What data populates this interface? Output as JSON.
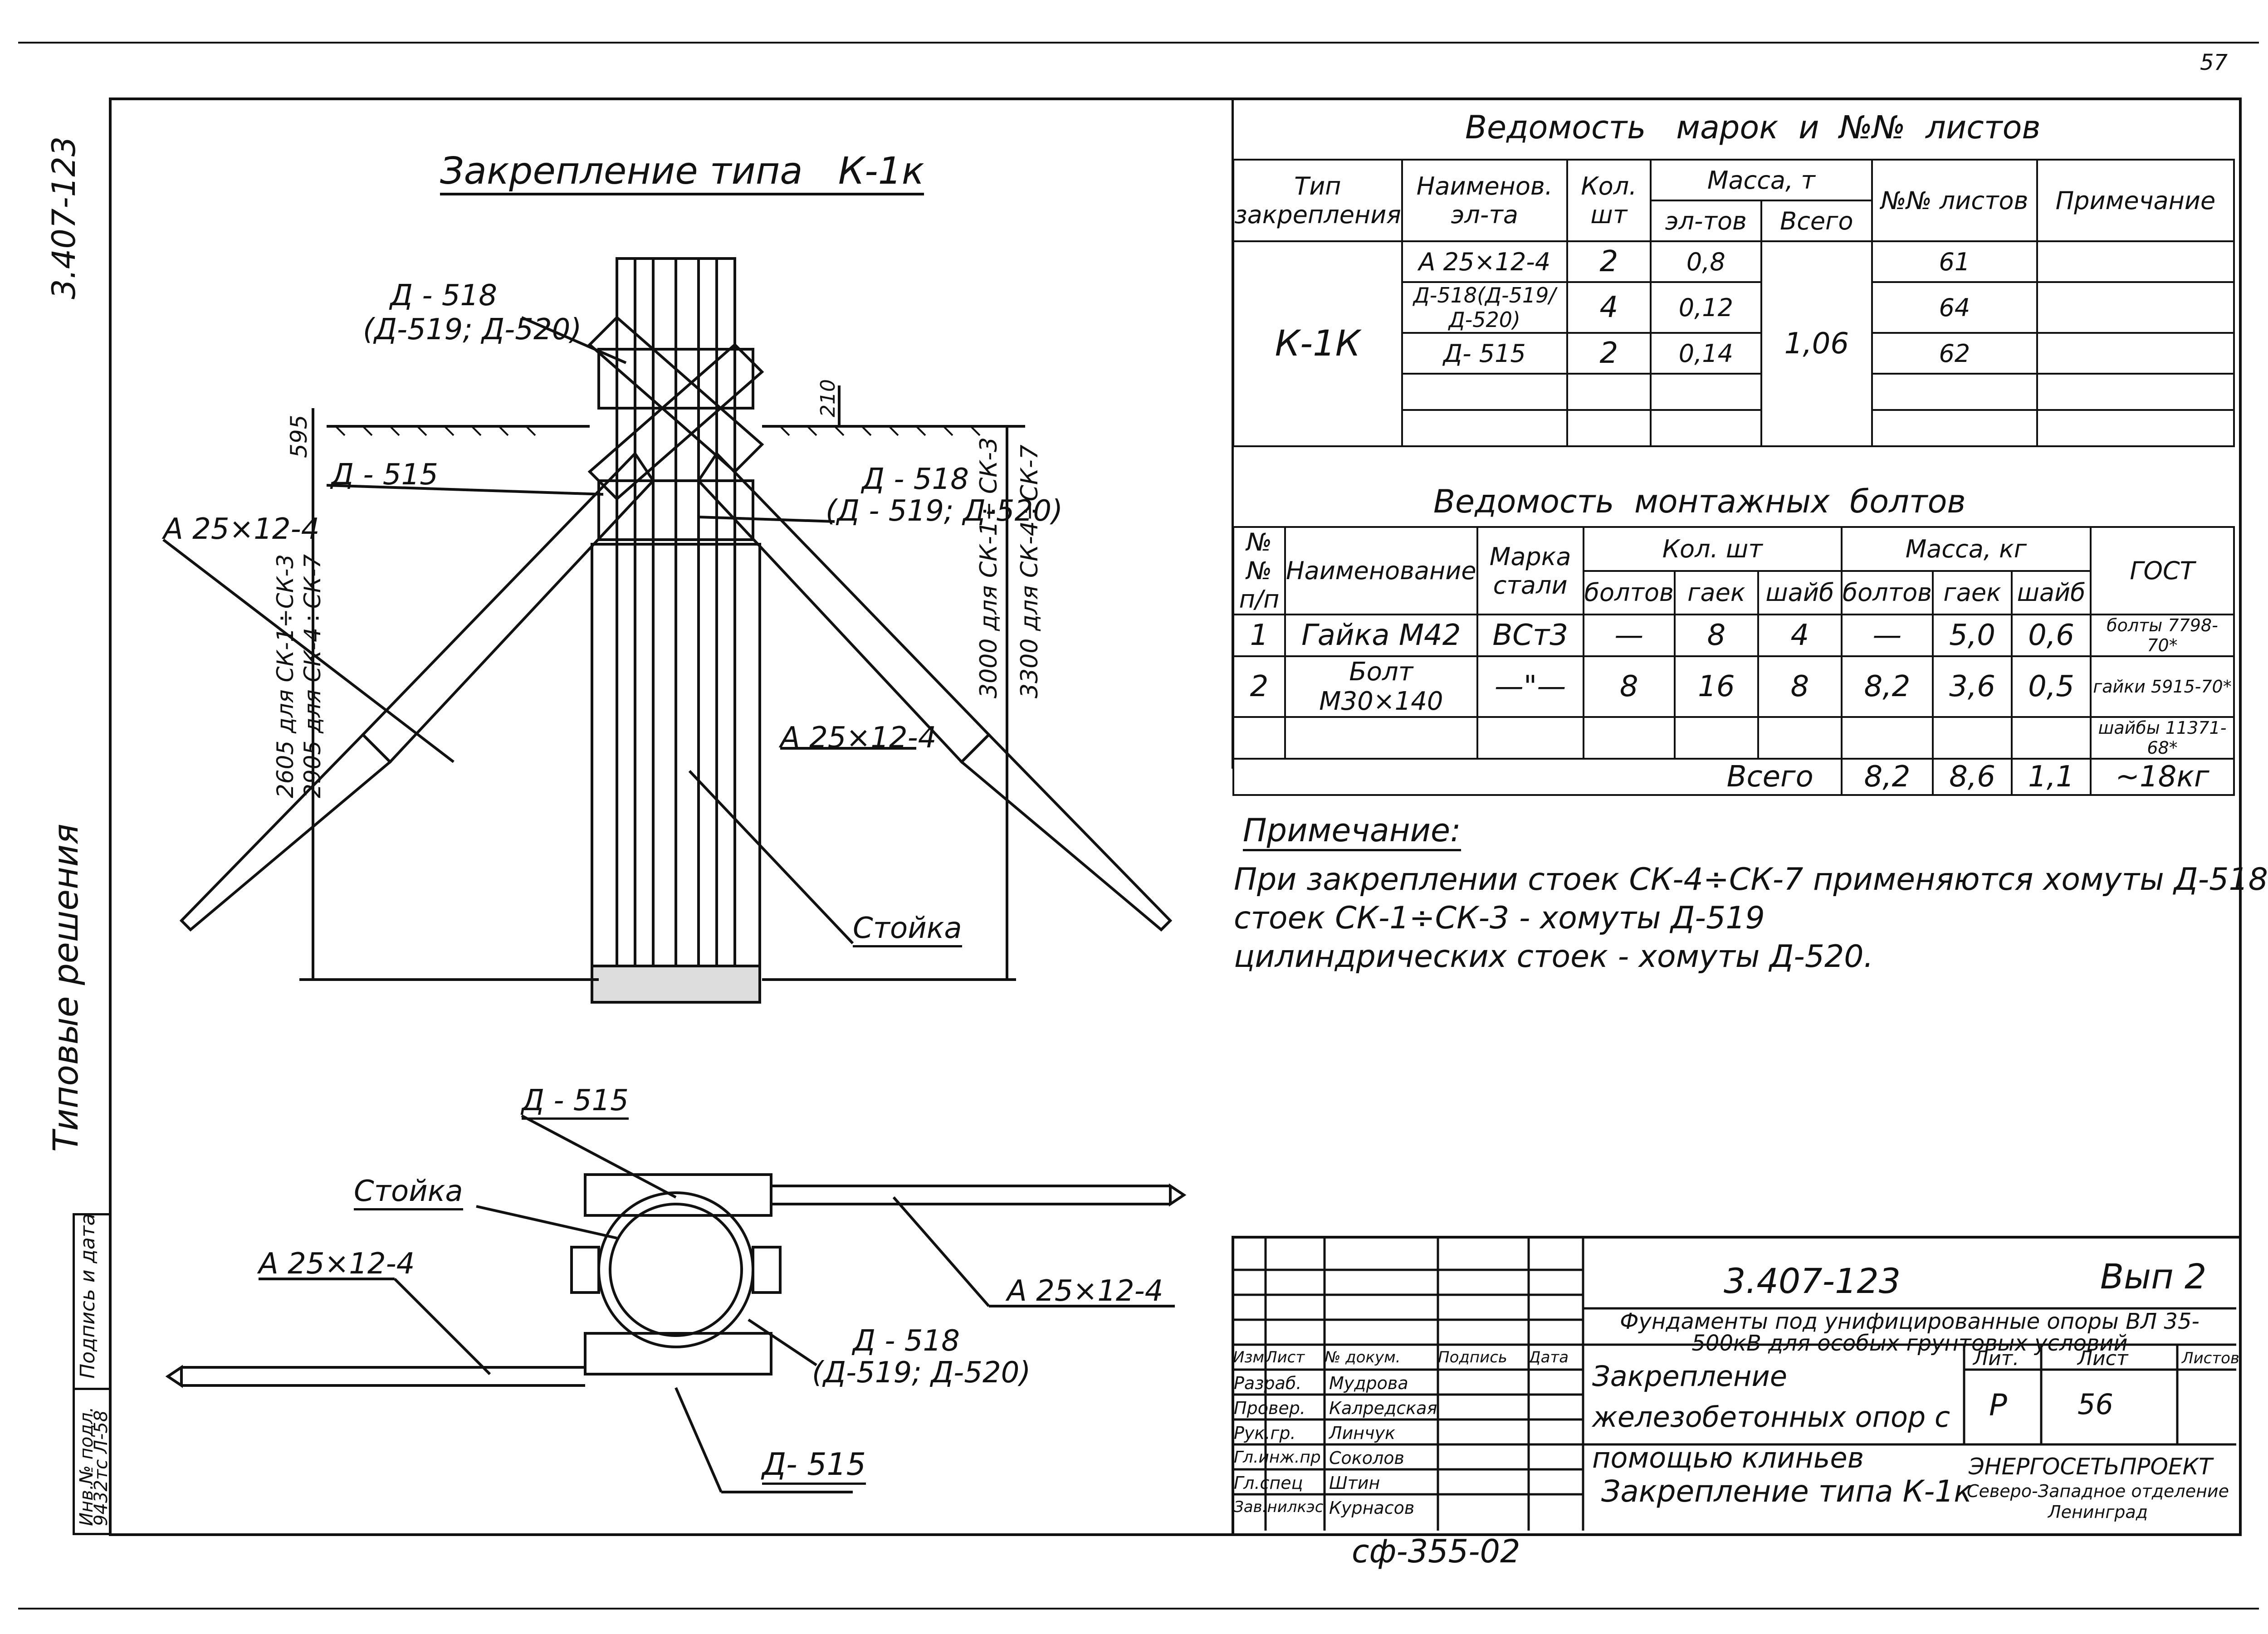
{
  "page_number": "57",
  "doc_code_side": "3.407-123",
  "side_label": "Типовые решения",
  "left_strip": {
    "sign_date_label": "Подпись и дата",
    "inv_label": "Инв.№ подл.",
    "inv_value": "9432тс Л-58"
  },
  "drawing": {
    "title": "Закрепление типа   К-1к",
    "labels": {
      "d518_top": "Д - 518",
      "d518_top_alt": "(Д-519; Д-520)",
      "d515_top": "Д - 515",
      "a25_left": "А 25×12-4",
      "d518_right": "Д - 518",
      "d518_right_alt": "(Д - 519; Д-520)",
      "a25_right": "А 25×12-4",
      "stoika_top": "Стойка",
      "dim_595": "595",
      "dim_210": "210",
      "dim_2605": "2605 для СК-1÷СК-3",
      "dim_2905": "2905 для СК-4÷СК-7",
      "dim_3000": "3000 для СК-1÷ СК-3",
      "dim_3300": "3300 для СК-4÷СК-7"
    },
    "plan_labels": {
      "d515_a": "Д - 515",
      "stoika": "Стойка",
      "a25_left": "А 25×12-4",
      "a25_right": "А 25×12-4",
      "d518": "Д - 518",
      "d518_alt": "(Д-519; Д-520)",
      "d515_b": "Д- 515"
    }
  },
  "marks_table": {
    "title": "Ведомость   марок  и  №№  листов",
    "headers": {
      "type": "Тип закрепления",
      "name": "Наименов. эл-та",
      "qty": "Кол. шт",
      "mass": "Масса, т",
      "mass_el": "эл-тов",
      "mass_all": "Всего",
      "sheets": "№№ листов",
      "note": "Примечание"
    },
    "type_value": "К-1К",
    "total_mass": "1,06",
    "rows": [
      {
        "name": "А 25×12-4",
        "qty": "2",
        "mass": "0,8",
        "sheet": "61"
      },
      {
        "name": "Д-518(Д-519/Д-520)",
        "qty": "4",
        "mass": "0,12",
        "sheet": "64"
      },
      {
        "name": "Д- 515",
        "qty": "2",
        "mass": "0,14",
        "sheet": "62"
      },
      {
        "name": "",
        "qty": "",
        "mass": "",
        "sheet": ""
      },
      {
        "name": "",
        "qty": "",
        "mass": "",
        "sheet": ""
      }
    ]
  },
  "bolts_table": {
    "title": "Ведомость  монтажных  болтов",
    "headers": {
      "num": "№№ п/п",
      "name": "Наименование",
      "steel": "Марка стали",
      "qty": "Кол. шт",
      "mass": "Масса, кг",
      "bolts": "болтов",
      "nuts": "гаек",
      "washers": "шайб",
      "gost": "ГОСТ"
    },
    "rows": [
      {
        "num": "1",
        "name": "Гайка М42",
        "steel": "ВСт3",
        "q_b": "—",
        "q_n": "8",
        "q_w": "4",
        "m_b": "—",
        "m_n": "5,0",
        "m_w": "0,6",
        "gost": "болты 7798-70*"
      },
      {
        "num": "2",
        "name": "Болт М30×140",
        "steel": "—\"—",
        "q_b": "8",
        "q_n": "16",
        "q_w": "8",
        "m_b": "8,2",
        "m_n": "3,6",
        "m_w": "0,5",
        "gost": "гайки 5915-70*"
      },
      {
        "num": "",
        "name": "",
        "steel": "",
        "q_b": "",
        "q_n": "",
        "q_w": "",
        "m_b": "",
        "m_n": "",
        "m_w": "",
        "gost": "шайбы 11371-68*"
      }
    ],
    "total_label": "Всего",
    "total_b": "8,2",
    "total_n": "8,6",
    "total_w": "1,1",
    "total_all": "~18кг"
  },
  "note": {
    "title": "Примечание:",
    "lines": [
      "При закреплении стоек СК-4÷СК-7 применяются хомуты Д-518,",
      "стоек СК-1÷СК-3 - хомуты Д-519",
      "цилиндрических стоек - хомуты Д-520."
    ]
  },
  "title_block": {
    "code": "3.407-123",
    "issue": "Вып 2",
    "project": "Фундаменты под унифицированные опоры ВЛ 35-500кВ для особых грунтовых условий",
    "subject": "Закрепление железобетонных опор с помощью клиньев",
    "sheet_title": "Закрепление типа К-1к",
    "col_headers": [
      "Изм",
      "Лист",
      "№ докум.",
      "Подпись",
      "Дата"
    ],
    "people": [
      {
        "role": "Разраб.",
        "name": "Мудрова"
      },
      {
        "role": "Провер.",
        "name": "Калредская"
      },
      {
        "role": "Рук.гр.",
        "name": "Линчук"
      },
      {
        "role": "Гл.инж.пр",
        "name": "Соколов"
      },
      {
        "role": "Гл.спец",
        "name": "Штин"
      },
      {
        "role": "Зав.нилкэс",
        "name": "Курнасов"
      }
    ],
    "lit_label": "Лит.",
    "sheet_label": "Лист",
    "sheets_label": "Листов",
    "lit_value": "Р",
    "sheet_value": "56",
    "org": "ЭНЕРГОСЕТЬПРОЕКТ",
    "org_sub": "Северо-Западное отделение Ленинград"
  },
  "stamp": "сф-355-02"
}
